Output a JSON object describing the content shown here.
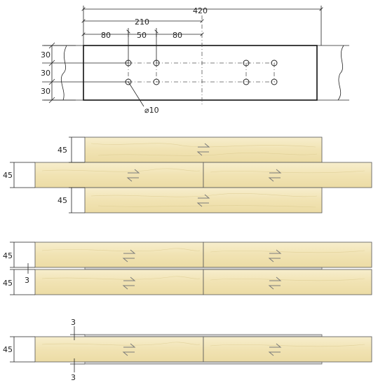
{
  "top_view": {
    "dim_total": "420",
    "dim_half": "210",
    "dim_first": "80",
    "dim_mid": "50",
    "dim_third": "80",
    "dim_left_1": "30",
    "dim_left_2": "30",
    "dim_left_3": "30",
    "hole_label": "⌀10"
  },
  "view_a": {
    "top_thickness": "45",
    "middle_thickness": "45",
    "bottom_thickness": "45"
  },
  "view_b": {
    "upper_thickness": "45",
    "gap": "3",
    "lower_thickness": "45"
  },
  "view_c": {
    "plate_top": "3",
    "thickness": "45",
    "plate_bottom": "3"
  },
  "colors": {
    "wood_light": "#f6edc8",
    "wood_dark": "#ead9a2",
    "outline": "#222222"
  }
}
